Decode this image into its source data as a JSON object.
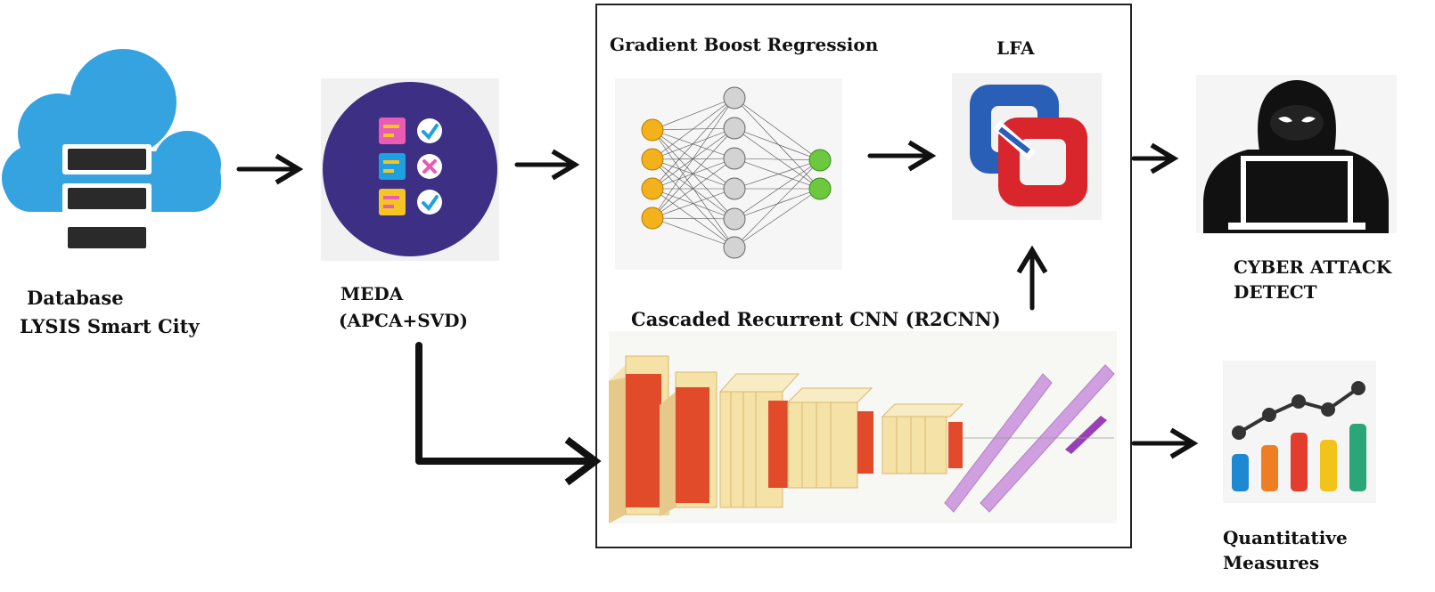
{
  "labels": {
    "database_line1": "Database",
    "database_line2": "LYSIS Smart City",
    "meda_line1": "MEDA",
    "meda_line2": "(APCA+SVD)",
    "gbr_title": "Gradient Boost Regression",
    "lfa_title": "LFA",
    "r2cnn_title": "Cascaded Recurrent CNN (R2CNN)",
    "cyber_line1": "CYBER ATTACK",
    "cyber_line2": "DETECT",
    "quant_line1": "Quantitative",
    "quant_line2": "Measures"
  },
  "icons": {
    "database": "cloud-database-icon",
    "meda": "checklist-icon",
    "gbr": "neural-network-icon",
    "lfa": "link-icon",
    "r2cnn": "cnn-layers-icon",
    "cyber": "hacker-icon",
    "quant": "bar-line-chart-icon"
  },
  "colors": {
    "cloud": "#35a3df",
    "meda_circle": "#3d2f84",
    "nn_input": "#f3b21b",
    "nn_hidden": "#d3d3d3",
    "nn_output": "#6cc83e",
    "lfa_blue": "#2a5fb8",
    "lfa_red": "#d8262c",
    "cnn_cream": "#f5e2a6",
    "cnn_orange": "#e24b2a",
    "cnn_purple": "#cf9fe0"
  }
}
